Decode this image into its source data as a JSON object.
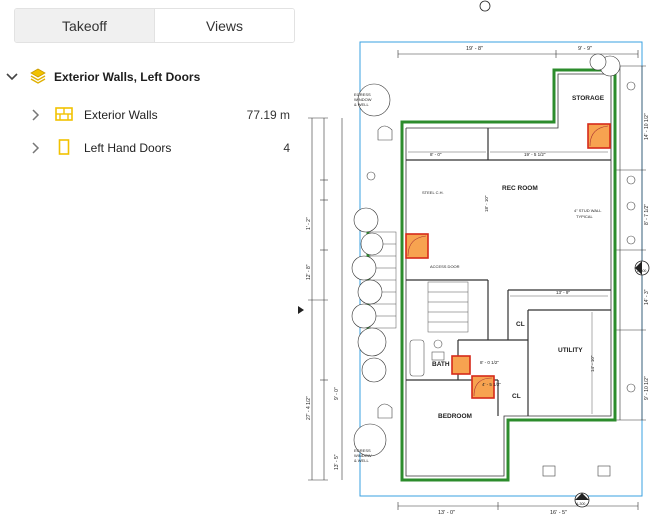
{
  "tabs": {
    "takeoff": "Takeoff",
    "views": "Views"
  },
  "group": {
    "label": "Exterior Walls, Left Doors"
  },
  "items": [
    {
      "label": "Exterior Walls",
      "value": "77.19 m",
      "color": "#f2c200"
    },
    {
      "label": "Left Hand Doors",
      "value": "4",
      "color": "#f2c200"
    }
  ],
  "plan": {
    "rooms": {
      "storage": "STORAGE",
      "rec_room": "REC ROOM",
      "utility": "UTILITY",
      "bath": "BATH",
      "bedroom": "BEDROOM",
      "cl1": "CL",
      "cl2": "CL"
    },
    "notes": {
      "egress_top": [
        "EGRESS",
        "WINDOW",
        "& WELL"
      ],
      "egress_bottom": [
        "EGRESS",
        "WINDOW",
        "& WELL"
      ],
      "steel": "STEEL C.H.",
      "stud": [
        "4\" STUD WALL",
        "TYPICAL"
      ],
      "access": "ACCESS DOOR"
    },
    "dims": {
      "top1": "19' - 8\"",
      "top2": "9' - 9\"",
      "d_8_0": "8' - 0\"",
      "d_19_5": "19' - 5 1/2\"",
      "d_18_10": "18' - 10\"",
      "d_13_9": "13' - 9\"",
      "d_8_0_half": "8' - 0 1/2\"",
      "d_4_5": "4' - 5 1/2\"",
      "d_14_10": "14' - 10\"",
      "bottom1": "13' - 0\"",
      "bottom2": "16' - 5\"",
      "right1": "14' - 10 1/2\"",
      "right2": "8' - 7 1/2\"",
      "right3": "14' - 3\"",
      "right4": "9' - 10 1/2\"",
      "left1": "27' - 4 1/2\"",
      "left2": "12' - 8\"",
      "left3": "1' - 2\"",
      "left4": "9' - 0\"",
      "left5": "13' - 5\"",
      "section_ref": "A-300"
    }
  }
}
